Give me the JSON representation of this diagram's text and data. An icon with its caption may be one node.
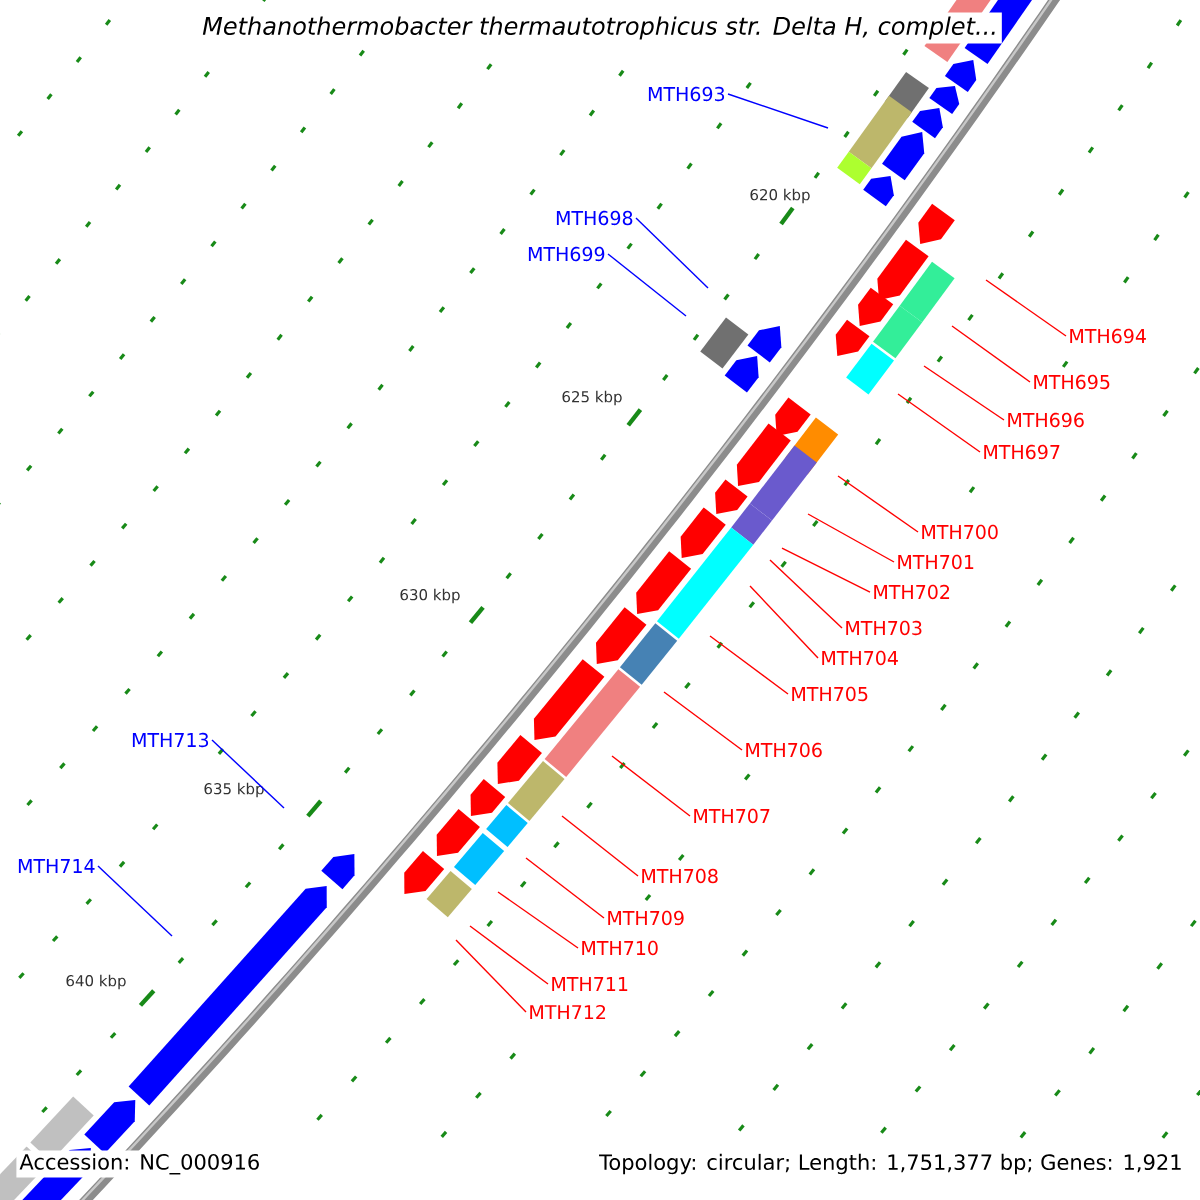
{
  "diagram": {
    "title": "Methanothermobacter thermautotrophicus str. Delta H, complet...",
    "nodes": [
      {
        "text": [
          "MTH693"
        ]
      },
      {
        "text": [
          "MTH698"
        ]
      },
      {
        "text": [
          "MTH699"
        ]
      },
      {
        "text": [
          "MTH694"
        ]
      },
      {
        "text": [
          "MTH695"
        ]
      },
      {
        "text": [
          "MTH696"
        ]
      },
      {
        "text": [
          "MTH697"
        ]
      },
      {
        "text": [
          "MTH700"
        ]
      },
      {
        "text": [
          "MTH701"
        ]
      },
      {
        "text": [
          "MTH702"
        ]
      },
      {
        "text": [
          "MTH703"
        ]
      },
      {
        "text": [
          "MTH704"
        ]
      },
      {
        "text": [
          "MTH705"
        ]
      },
      {
        "text": [
          "MTH706"
        ]
      },
      {
        "text": [
          "MTH707"
        ]
      },
      {
        "text": [
          "MTH708"
        ]
      },
      {
        "text": [
          "MTH709"
        ]
      },
      {
        "text": [
          "MTH710"
        ]
      },
      {
        "text": [
          "MTH711"
        ]
      },
      {
        "text": [
          "MTH712"
        ]
      },
      {
        "text": [
          "MTH713"
        ]
      },
      {
        "text": [
          "MTH714"
        ]
      }
    ],
    "edges": [
      {
        "from": 0,
        "to": null,
        "arrow": "none",
        "color": "#0000ff"
      },
      {
        "from": 1,
        "to": null,
        "arrow": "none",
        "color": "#0000ff"
      },
      {
        "from": 2,
        "to": null,
        "arrow": "none",
        "color": "#0000ff"
      },
      {
        "from": 3,
        "to": null,
        "arrow": "none"
      },
      {
        "from": 4,
        "to": null,
        "arrow": "none"
      },
      {
        "from": 5,
        "to": null,
        "arrow": "none"
      },
      {
        "from": 6,
        "to": null,
        "arrow": "none"
      },
      {
        "from": 7,
        "to": null,
        "arrow": "none"
      },
      {
        "from": 8,
        "to": null,
        "arrow": "none"
      },
      {
        "from": 9,
        "to": null,
        "arrow": "none"
      },
      {
        "from": 10,
        "to": null,
        "arrow": "none"
      },
      {
        "from": 11,
        "to": null,
        "arrow": "none"
      },
      {
        "from": 12,
        "to": null,
        "arrow": "none"
      },
      {
        "from": 13,
        "to": null,
        "arrow": "none"
      },
      {
        "from": 14,
        "to": null,
        "arrow": "none"
      },
      {
        "from": 15,
        "to": null,
        "arrow": "none"
      },
      {
        "from": 16,
        "to": null,
        "arrow": "none"
      },
      {
        "from": 17,
        "to": null,
        "arrow": "none"
      },
      {
        "from": 18,
        "to": null,
        "arrow": "none"
      },
      {
        "from": 19,
        "to": null,
        "arrow": "none"
      },
      {
        "from": 20,
        "to": null,
        "arrow": "none",
        "color": "#0000ff"
      },
      {
        "from": 21,
        "to": null,
        "arrow": "none",
        "color": "#0000ff"
      }
    ],
    "labels": [
      "620 kbp",
      "625 kbp",
      "630 kbp",
      "635 kbp",
      "640 kbp",
      "Accession: NC_000916",
      "Topology: circular; Length: 1,751,377 bp; Genes: 1,921"
    ]
  }
}
